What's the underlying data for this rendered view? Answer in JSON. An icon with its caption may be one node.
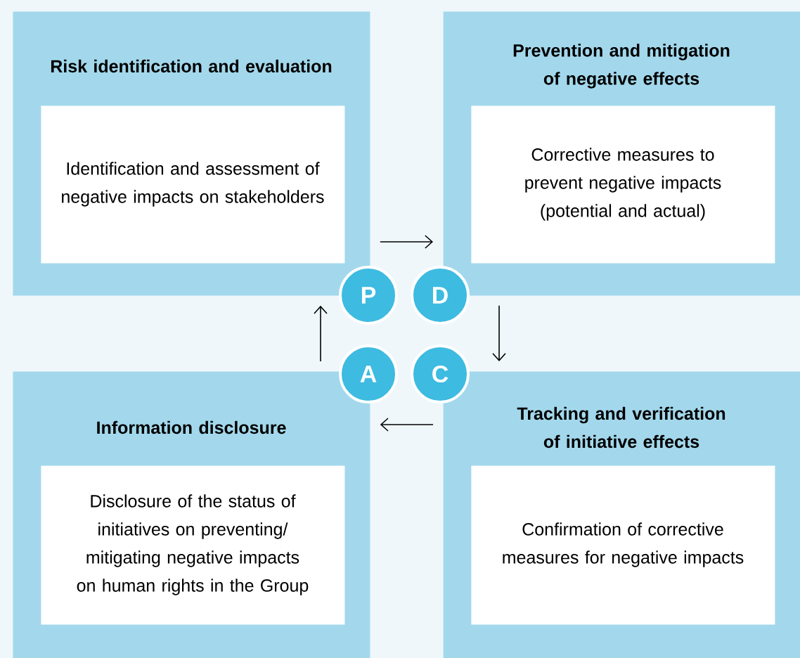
{
  "diagram": {
    "nodes": [
      {
        "text": [
          "Risk identification and evaluation"
        ]
      },
      {
        "text": [
          "Identification and assessment of negative impacts on stakeholders"
        ],
        "in": 0
      },
      {
        "text": [
          "Prevention and mitigation of negative effects"
        ]
      },
      {
        "text": [
          "Corrective measures to prevent negative impacts (potential and actual)"
        ],
        "in": 2
      },
      {
        "text": [
          "Information disclosure"
        ]
      },
      {
        "text": [
          "Disclosure of the status of initiatives on preventing/ mitigating negative impacts on human rights in the Group"
        ],
        "in": 4
      },
      {
        "text": [
          "Tracking and verification of initiative effects"
        ]
      },
      {
        "text": [
          "Confirmation of corrective measures for negative impacts"
        ],
        "in": 6
      },
      {
        "text": [
          "P"
        ]
      },
      {
        "text": [
          "D"
        ]
      },
      {
        "text": [
          "A"
        ]
      },
      {
        "text": [
          "C"
        ]
      }
    ],
    "edges": [
      {
        "from": 0,
        "to": 2,
        "arrow": "to"
      },
      {
        "from": 2,
        "to": 6,
        "arrow": "to"
      },
      {
        "from": 6,
        "to": 4,
        "arrow": "to"
      },
      {
        "from": 4,
        "to": 0,
        "arrow": "to"
      }
    ]
  }
}
